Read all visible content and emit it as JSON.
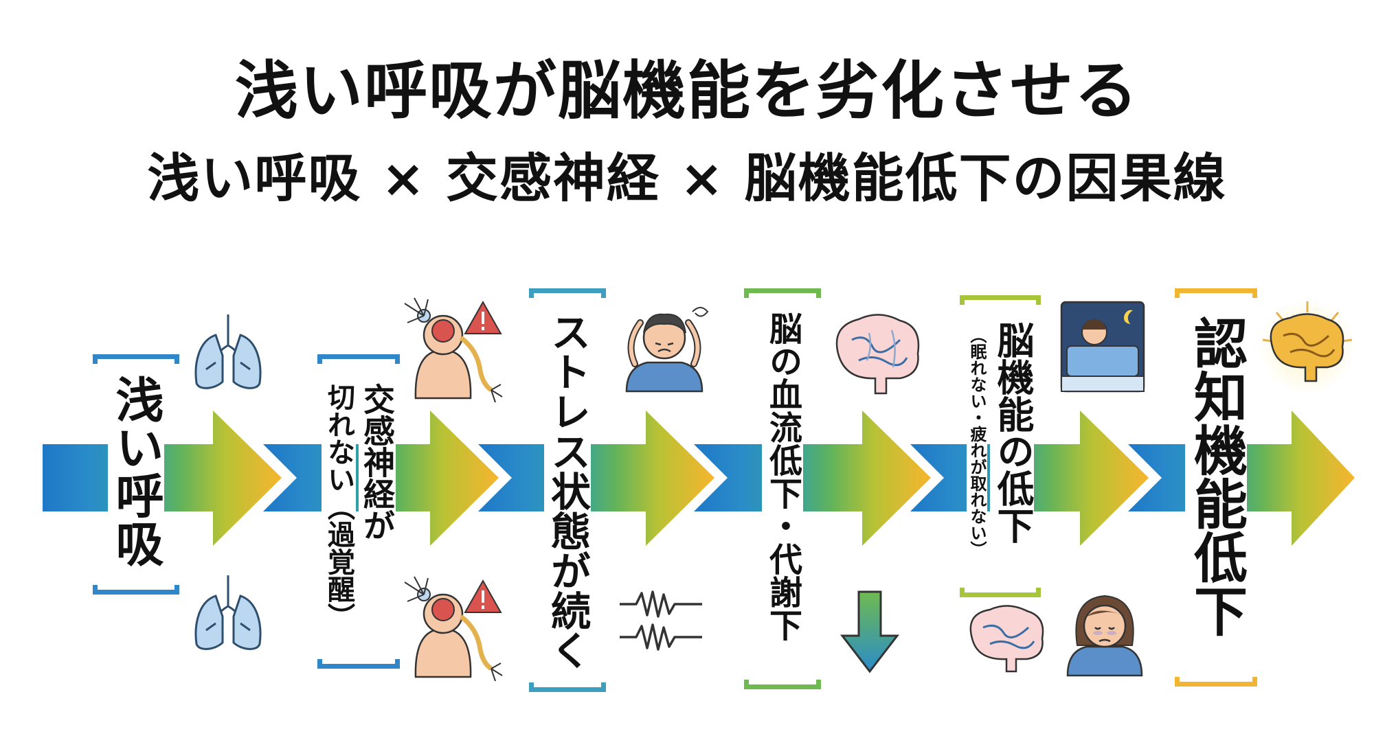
{
  "title": "浅い呼吸が脳機能を劣化させる",
  "subtitle": "浅い呼吸 × 交感神経 × 脳機能低下の因果線",
  "colors": {
    "arrow_gradient": [
      "#1f78c8",
      "#2a93c6",
      "#3aa88c",
      "#7bbf3e",
      "#c9c12e",
      "#f6b52e"
    ],
    "brackets": [
      "#2f86c9",
      "#2f86c9",
      "#3d9ec0",
      "#6fba50",
      "#a6c53a",
      "#f2b531"
    ]
  },
  "stages": [
    {
      "id": "shallow-breathing",
      "label_lines": [
        "浅い呼吸"
      ],
      "note": "",
      "icons": [
        "lungs-icon",
        "lungs-icon"
      ]
    },
    {
      "id": "sympathetic",
      "label_lines": [
        "交感神経が",
        "切れない（過覚醒）"
      ],
      "note": "",
      "icons": [
        "neuron-body-warning-icon",
        "neuron-body-warning-icon"
      ]
    },
    {
      "id": "stress",
      "label_lines": [
        "ストレス状態が続く"
      ],
      "note": "",
      "icons": [
        "stressed-person-icon",
        "stress-wave-icon"
      ]
    },
    {
      "id": "blood-flow",
      "label_lines": [
        "脳の血流低下・代謝下"
      ],
      "note": "",
      "icons": [
        "brain-vessels-icon",
        "down-arrow-icon"
      ]
    },
    {
      "id": "brain-function",
      "label_lines": [
        "脳機能の低下"
      ],
      "note": "（眠れない・疲れが取れない）",
      "icons": [
        "sleepless-bed-icon",
        "tired-brain-icon",
        "tired-woman-icon"
      ]
    },
    {
      "id": "cognitive",
      "label_lines": [
        "認知機能低下"
      ],
      "note": "",
      "icons": [
        "glowing-brain-icon"
      ]
    }
  ]
}
